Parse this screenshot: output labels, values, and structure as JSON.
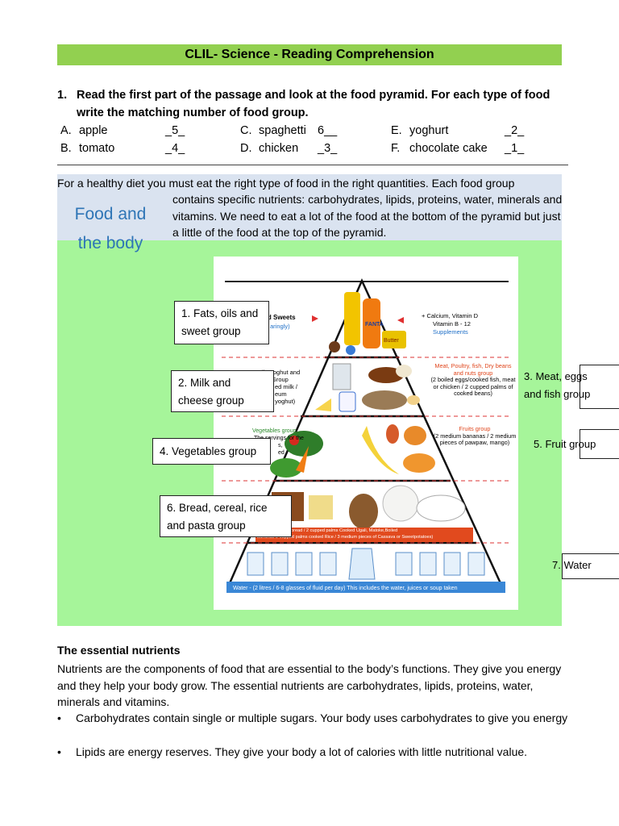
{
  "header": {
    "title": "CLIL- Science - Reading Comprehension"
  },
  "question": {
    "number": "1.",
    "text": "Read the first part of the passage and look at the food pyramid. For each type of food write the matching number of food group.",
    "items": [
      {
        "letter": "A.",
        "food": "apple",
        "answer": "_5_"
      },
      {
        "letter": "B.",
        "food": "tomato",
        "answer": "_4_"
      },
      {
        "letter": "C.",
        "food": "spaghetti",
        "answer": "6__"
      },
      {
        "letter": "D.",
        "food": "chicken",
        "answer": "_3_"
      },
      {
        "letter": "E.",
        "food": "yoghurt",
        "answer": "_2_"
      },
      {
        "letter": "F.",
        "food": "chocolate cake",
        "answer": "_1_"
      }
    ]
  },
  "reading": {
    "sidebar_title_line1": "Food and",
    "sidebar_title_line2": "the body",
    "intro_line1": "For a healthy diet you must eat the right type of food in the right quantities. Each food group",
    "intro_rest": "contains specific nutrients: carbohydrates, lipids, proteins, water, minerals and vitamins. We need to eat a lot of the food at the bottom of the pyramid but just a little of the food at the top of the pyramid."
  },
  "pyramid": {
    "fats_text": "nd Sweets",
    "fats_sub": "aringly)",
    "supplements_line1": "+ Calcium, Vitamin D",
    "supplements_line2": "Vitamin B - 12",
    "supplements_line3": "Supplements",
    "milk_lines": [
      "lk, Yoghut and",
      "Group",
      "ed milk /",
      "eum",
      "f yoghut)"
    ],
    "meat_title": "Meat, Poultry, fish, Dry beans and nuts group",
    "meat_servings": "(2 boiled eggs/cooked fish, meat or chicken / 2 cupped palms of cooked beans)",
    "veg_title": "Vegetables group",
    "veg_lines": [
      "The servings for the",
      "s,",
      "ed"
    ],
    "fruit_title": "Fruits group",
    "fruit_servings": "(2 medium bananas / 2 medium pieces of pawpaw, mango)",
    "grains_text": "rains (5 slices of bread / 2 cupped palms Cooked Ugali, Matoke,Boiled",
    "grains_text2": "bananas 2 cupped palms cooked Rice / 3 medium pieces of Cassava or Sweetpotatoes)",
    "water_text": "Water  -  (2 litres / 6-8 glasses of fluid per day) This includes the water, juices or soup taken",
    "bottle_label": "FANTA",
    "butter_label": "Butter"
  },
  "callouts": {
    "group1_line1": "1. Fats, oils and",
    "group1_line2": "sweet group",
    "group2_line1": "2. Milk and",
    "group2_line2": "cheese group",
    "group4": "4. Vegetables group",
    "group6_line1": "6. Bread, cereal, rice",
    "group6_line2": "and pasta group",
    "group3_line1": "3. Meat, eggs",
    "group3_line2": "and fish group",
    "group5": "5. Fruit group",
    "group7": "7. Water"
  },
  "nutrients": {
    "title": "The essential nutrients",
    "paragraph": "Nutrients are the components of food that are essential to the body’s functions. They give you energy and they help your body grow. The essential nutrients are carbohydrates, lipids, proteins, water, minerals and vitamins.",
    "bullets": [
      "Carbohydrates contain single or multiple sugars. Your body uses carbohydrates to give you energy",
      "Lipids are energy reserves. They give your body a lot of calories with little nutritional value."
    ],
    "bullet_symbol": "•"
  }
}
